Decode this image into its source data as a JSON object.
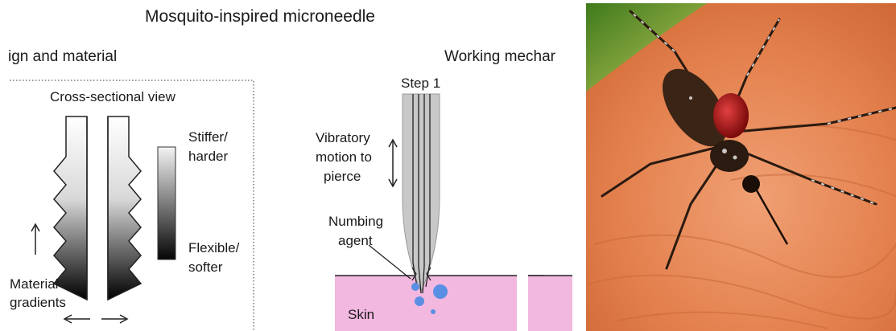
{
  "figure": {
    "title": "Mosquito-inspired microneedle",
    "left_panel": {
      "section_title": "ign and material",
      "cross_section_label": "Cross-sectional view",
      "scale_top_label_1": "Stiffer/",
      "scale_top_label_2": "harder",
      "scale_bottom_label_1": "Flexible/",
      "scale_bottom_label_2": "softer",
      "material_label_1": "Material",
      "material_label_2": "gradients"
    },
    "middle_panel": {
      "section_title": "Working mechar",
      "step_label": "Step 1",
      "vibratory_1": "Vibratory",
      "vibratory_2": "motion to",
      "vibratory_3": "pierce",
      "numbing_1": "Numbing",
      "numbing_2": "agent",
      "skin_label": "Skin"
    },
    "colors": {
      "skin_pink": "#f2b8e0",
      "droplet_blue": "#5b8fe3",
      "needle_gray": "#c8c8c8"
    },
    "photo": {
      "subject": "mosquito-on-skin"
    }
  }
}
